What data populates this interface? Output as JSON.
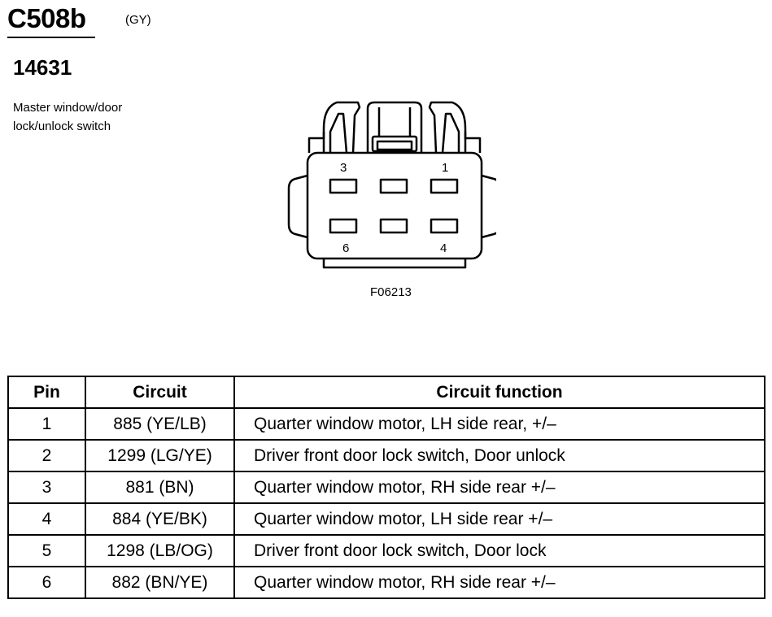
{
  "connector": {
    "id": "C508b",
    "color": "(GY)"
  },
  "part_number": "14631",
  "description": [
    "Master window/door",
    "lock/unlock switch"
  ],
  "drawing": {
    "pin_labels": [
      "3",
      "1",
      "6",
      "4"
    ],
    "figure_id": "F06213"
  },
  "table": {
    "headers": [
      "Pin",
      "Circuit",
      "Circuit function"
    ],
    "rows": [
      {
        "pin": "1",
        "circuit": "885 (YE/LB)",
        "function": "Quarter window motor, LH side rear, +/–"
      },
      {
        "pin": "2",
        "circuit": "1299 (LG/YE)",
        "function": "Driver front door lock switch, Door unlock"
      },
      {
        "pin": "3",
        "circuit": "881 (BN)",
        "function": "Quarter window motor, RH side rear +/–"
      },
      {
        "pin": "4",
        "circuit": "884 (YE/BK)",
        "function": "Quarter window motor, LH side rear +/–"
      },
      {
        "pin": "5",
        "circuit": "1298 (LB/OG)",
        "function": "Driver front door lock switch, Door lock"
      },
      {
        "pin": "6",
        "circuit": "882 (BN/YE)",
        "function": "Quarter window motor, RH side rear +/–"
      }
    ]
  }
}
